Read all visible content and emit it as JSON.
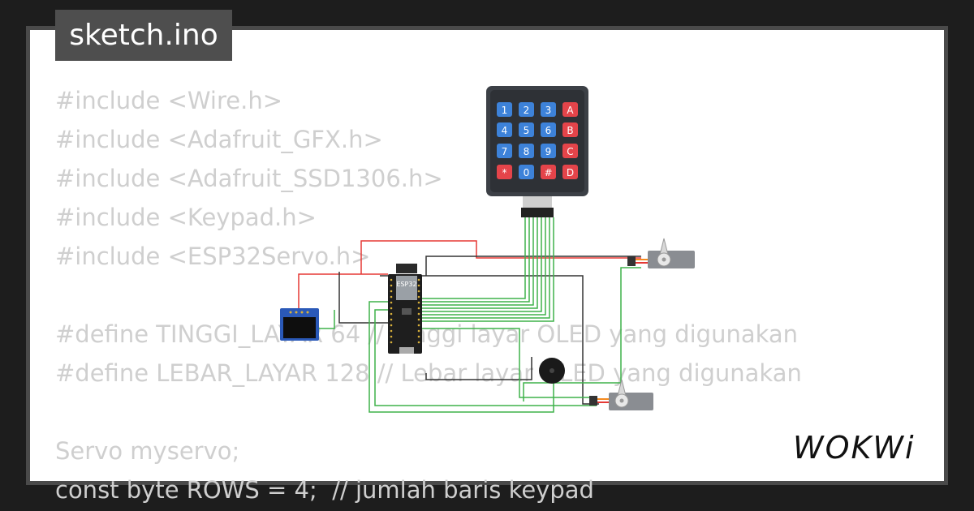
{
  "file_tab": {
    "label": "sketch.ino"
  },
  "code_lines": [
    "#include <Wire.h>",
    "#include <Adafruit_GFX.h>",
    "#include <Adafruit_SSD1306.h>",
    "#include <Keypad.h>",
    "#include <ESP32Servo.h>",
    "",
    "#define TINGGI_LAYAR 64 // Tinggi layar OLED yang digunakan",
    "#define LEBAR_LAYAR 128 // Lebar layar OLED yang digunakan",
    "",
    "Servo myservo;",
    "const byte ROWS = 4;  // jumlah baris keypad"
  ],
  "keypad": {
    "keys": [
      "1",
      "2",
      "3",
      "A",
      "4",
      "5",
      "6",
      "B",
      "7",
      "8",
      "9",
      "C",
      "*",
      "0",
      "#",
      "D"
    ]
  },
  "esp32": {
    "label": "ESP32"
  },
  "brand": {
    "logo": "WOKWi"
  },
  "colors": {
    "background": "#1d1d1d",
    "tab": "#4e4e4e",
    "code_text": "#cfcfcf",
    "key_blue": "#3d82d9",
    "key_red": "#e4444a",
    "wire_green": "#3fb24a",
    "wire_red": "#e53935",
    "wire_black": "#333333"
  }
}
